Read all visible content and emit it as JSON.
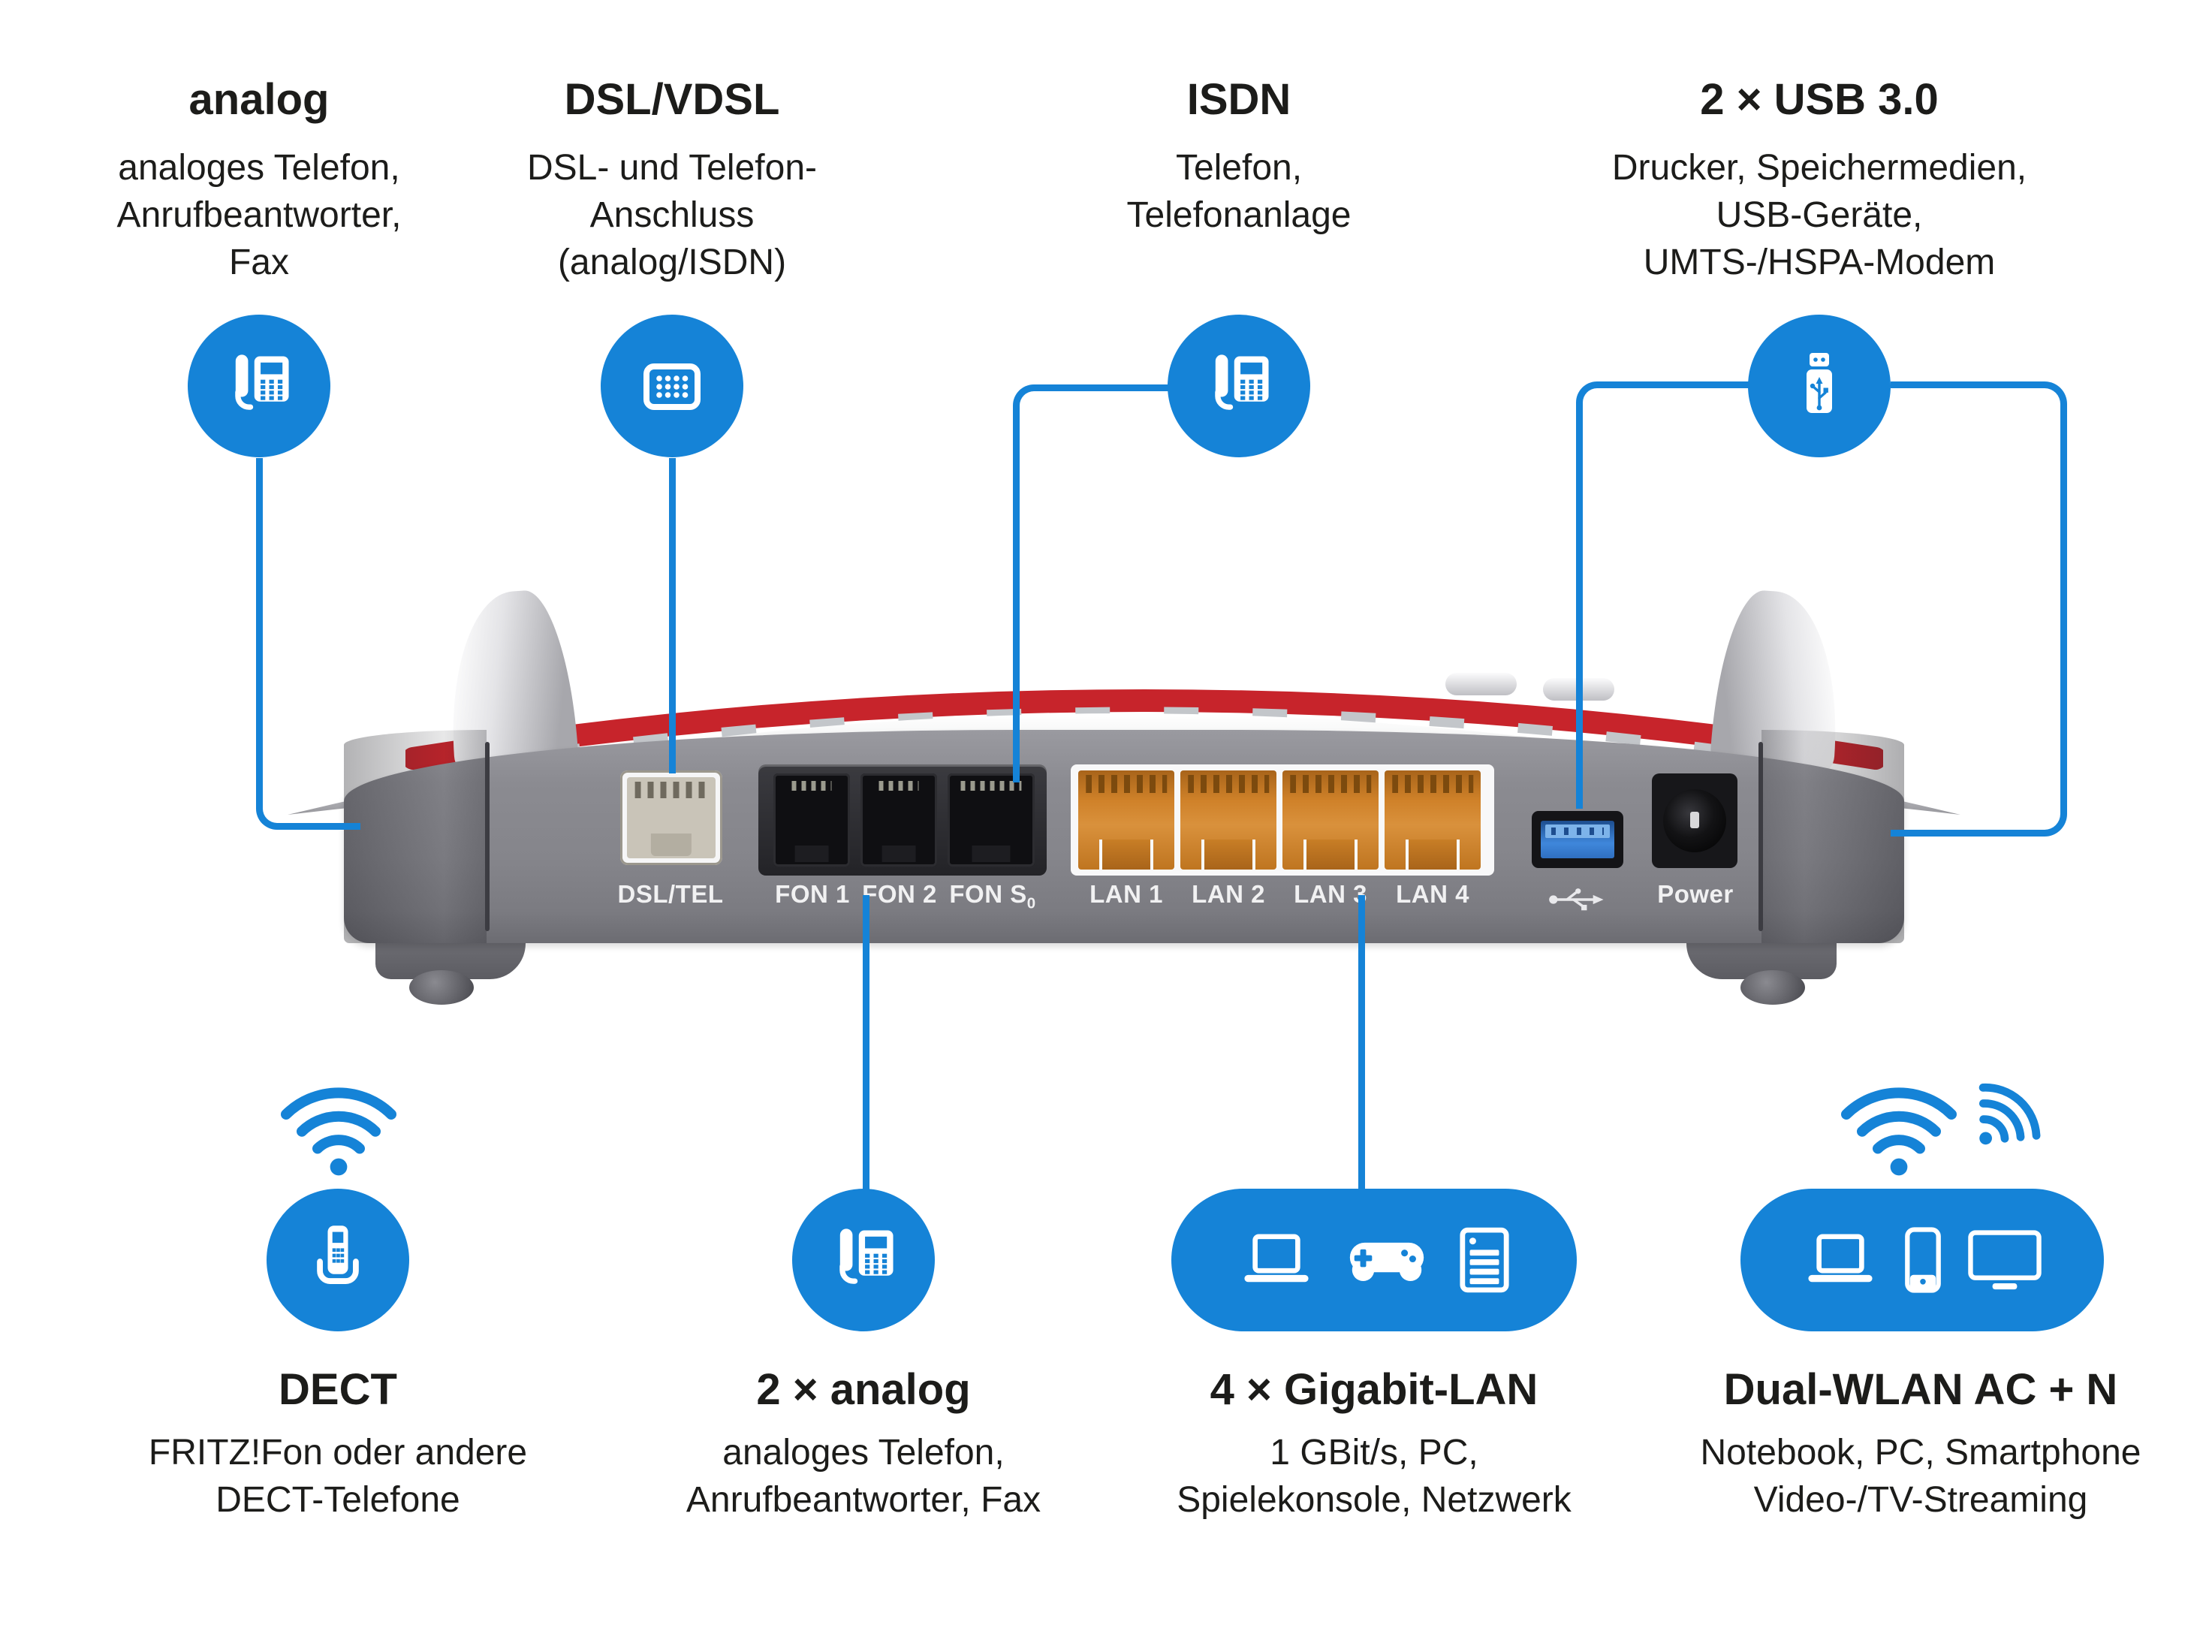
{
  "colors": {
    "accent_blue": "#1583d7",
    "red_stripe": "#c7242b",
    "router_gray": "#87878d",
    "lan_orange": "#cf8129",
    "text": "#1c1c1a",
    "port_label_white": "#f1f1f2"
  },
  "top_callouts": [
    {
      "title": "analog",
      "description": [
        "analoges Telefon,",
        "Anrufbeantworter,",
        "Fax"
      ],
      "icon": "desk-phone-icon"
    },
    {
      "title": "DSL/VDSL",
      "description": [
        "DSL- und Telefon-",
        "Anschluss",
        "(analog/ISDN)"
      ],
      "icon": "dsl-socket-icon"
    },
    {
      "title": "ISDN",
      "description": [
        "Telefon,",
        "Telefonanlage"
      ],
      "icon": "desk-phone-icon"
    },
    {
      "title": "2 × USB 3.0",
      "description": [
        "Drucker, Speichermedien,",
        "USB-Geräte,",
        "UMTS-/HSPA-Modem"
      ],
      "icon": "usb-stick-icon"
    }
  ],
  "router": {
    "port_labels": {
      "dsl": "DSL/TEL",
      "fon1": "FON 1",
      "fon2": "FON 2",
      "fons": "FON S",
      "fons_sub": "0",
      "lan1": "LAN 1",
      "lan2": "LAN 2",
      "lan3": "LAN 3",
      "lan4": "LAN 4",
      "power": "Power"
    },
    "usb_symbol_icon": "usb-trident-icon"
  },
  "bottom_callouts": [
    {
      "title": "DECT",
      "description": [
        "FRITZ!Fon oder andere",
        "DECT-Telefone"
      ],
      "icon": "dect-handset-icon",
      "wifi": "single"
    },
    {
      "title": "2 × analog",
      "description": [
        "analoges Telefon,",
        "Anrufbeantworter, Fax"
      ],
      "icon": "desk-phone-icon"
    },
    {
      "title": "4 × Gigabit-LAN",
      "description": [
        "1 GBit/s, PC,",
        "Spielekonsole, Netzwerk"
      ],
      "icons": [
        "laptop-icon",
        "gamepad-icon",
        "server-icon"
      ]
    },
    {
      "title": "Dual-WLAN AC + N",
      "description": [
        "Notebook, PC, Smartphone",
        "Video-/TV-Streaming"
      ],
      "icons": [
        "laptop-icon",
        "smartphone-icon",
        "tv-icon"
      ],
      "wifi": "double"
    }
  ]
}
